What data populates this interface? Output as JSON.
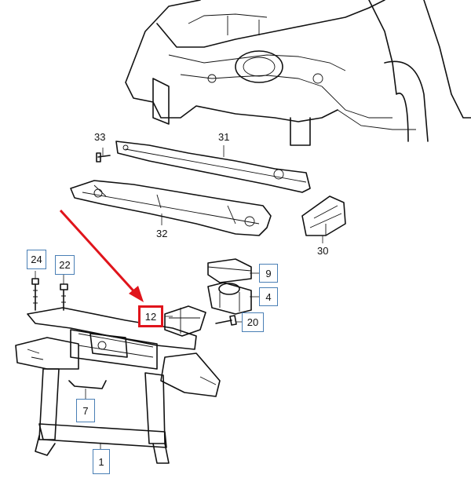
{
  "diagram": {
    "highlight_color": "#e0141b",
    "callout_border_color": "#4a7fb5",
    "parts": {
      "p33": "33",
      "p31": "31",
      "p32": "32",
      "p30": "30",
      "p24": "24",
      "p22": "22",
      "p9": "9",
      "p4": "4",
      "p12": "12",
      "p20": "20",
      "p7": "7",
      "p1": "1"
    }
  }
}
